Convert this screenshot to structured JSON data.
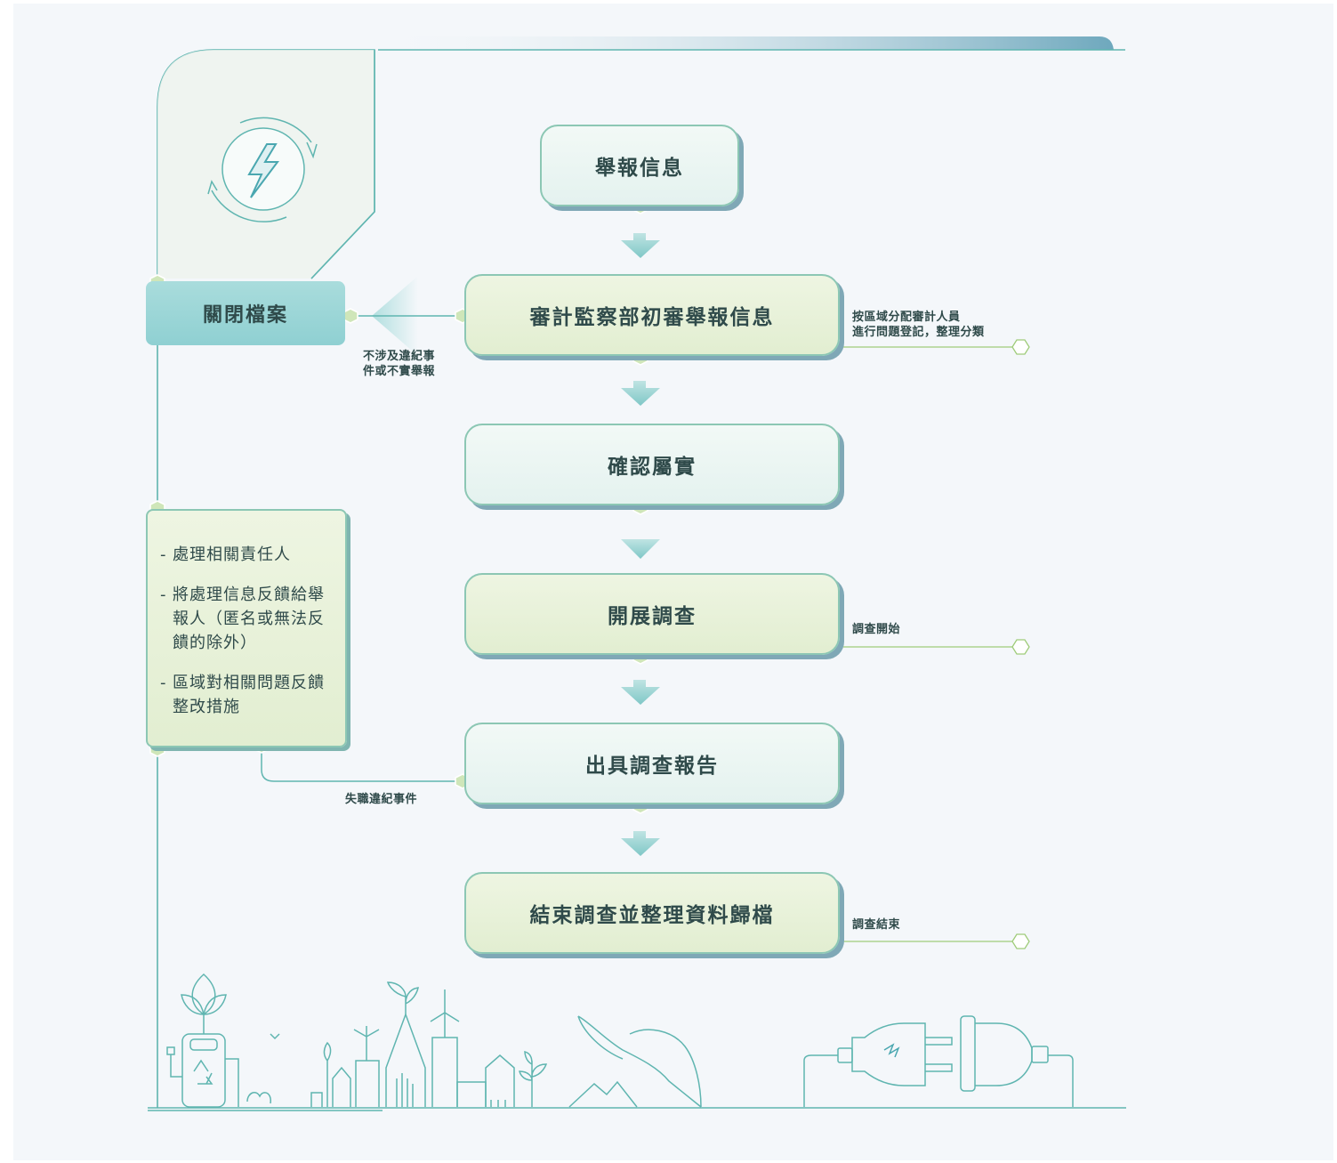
{
  "nodes": {
    "report_info": "舉報信息",
    "initial_review": "審計監察部初審舉報信息",
    "confirmed": "確認屬實",
    "investigation": "開展調查",
    "issue_report": "出具調查報告",
    "conclude": "結束調查並整理資料歸檔",
    "close_case": "關閉檔案"
  },
  "actions": [
    "處理相關責任人",
    "將處理信息反饋給舉報人（匿名或無法反饋的除外）",
    "區域對相關問題反饋整改措施"
  ],
  "action_dash": "-",
  "notes": {
    "assign_line1": "按區域分配審計人員",
    "assign_line2": "進行問題登記，整理分類",
    "no_violation_line1": "不涉及違紀事",
    "no_violation_line2": "件或不實舉報",
    "investigation_start": "調查開始",
    "investigation_end": "調查結束",
    "misconduct": "失職違紀事件"
  },
  "colors": {
    "teal_line": "#5fb5b0",
    "arrow": "#8ed0cf",
    "connector_fill": "#cfe6b9",
    "close_box": "#9fd7d8"
  },
  "icons": [
    "lightning-cycle-icon",
    "plant-battery-icon",
    "city-windmill-icon",
    "hand-mountain-icon",
    "plug-socket-icon"
  ]
}
